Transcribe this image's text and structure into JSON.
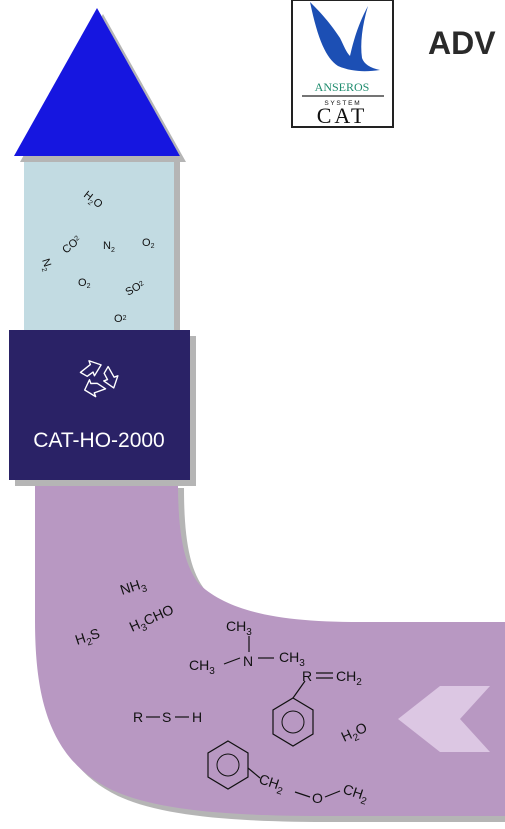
{
  "header": {
    "title": "ADV",
    "logo": {
      "brand": "ANSEROS",
      "system": "S Y S T E M",
      "cat": "CAT",
      "brand_color": "#1e8c6e",
      "bird_color": "#1c4fb4"
    }
  },
  "unit": {
    "label": "CAT-HO-2000",
    "icon": "recycle-arrows-icon",
    "color": "#2a2266"
  },
  "colors": {
    "arrow_head": "#1717e0",
    "clean_column": "#c2dbe2",
    "dirty_flow": "#b898c2",
    "inlet_arrow": "#dcc7e3"
  },
  "clean_gases": {
    "h2o": [
      "H",
      "2",
      "O"
    ],
    "co2": [
      "CO",
      "2"
    ],
    "n2_a": [
      "N",
      "2"
    ],
    "n2_b": [
      "N",
      "2"
    ],
    "o2_a": [
      "O",
      "2"
    ],
    "o2_b": [
      "O",
      "2"
    ],
    "o2_c": [
      "O",
      "2"
    ],
    "so2": [
      "SO",
      "2"
    ]
  },
  "pollutants": {
    "nh3": [
      "NH",
      "3"
    ],
    "h2s": [
      "H",
      "2",
      "S"
    ],
    "h3cho": [
      "H",
      "3",
      "CHO"
    ],
    "tma_top": [
      "CH",
      "3"
    ],
    "tma_left": [
      "CH",
      "3"
    ],
    "tma_right": [
      "CH",
      "3"
    ],
    "tma_n": "N",
    "thiol_r": "R",
    "thiol_s": "S",
    "thiol_h": "H",
    "styrene_r": "R",
    "styrene_ch2": [
      "CH",
      "2"
    ],
    "h2o": [
      "H",
      "2",
      "O"
    ],
    "ether_ch2_a": [
      "CH",
      "2"
    ],
    "ether_o": "O",
    "ether_ch2_b": [
      "CH",
      "2"
    ]
  }
}
